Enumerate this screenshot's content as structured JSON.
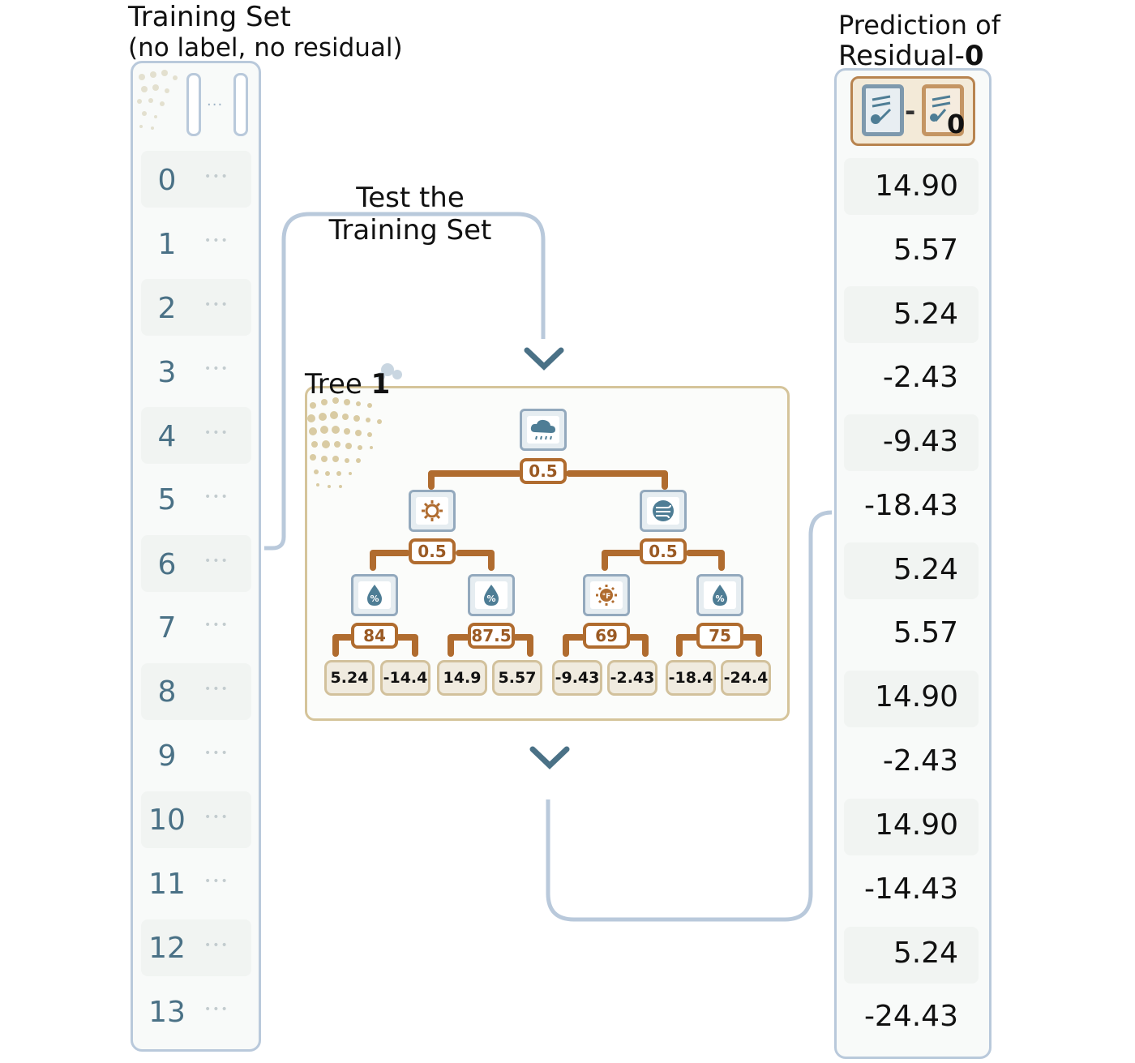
{
  "left": {
    "title": "Training Set",
    "subtitle": "(no label, no residual)",
    "ellipsis": "...",
    "row_ellipsis": "•••",
    "rows": [
      "0",
      "1",
      "2",
      "3",
      "4",
      "5",
      "6",
      "7",
      "8",
      "9",
      "10",
      "11",
      "12",
      "13"
    ]
  },
  "right": {
    "title_line1": "Prediction of",
    "title_line2": "Residual-",
    "title_bold": "0",
    "icon_minus": "-",
    "icon_subscript": "0",
    "values": [
      "14.90",
      "5.57",
      "5.24",
      "-2.43",
      "-9.43",
      "-18.43",
      "5.24",
      "5.57",
      "14.90",
      "-2.43",
      "14.90",
      "-14.43",
      "5.24",
      "-24.43"
    ]
  },
  "flow": {
    "label_line1": "Test the",
    "label_line2": "Training Set"
  },
  "tree": {
    "title": "Tree ",
    "title_bold": "1",
    "root": {
      "icon": "cloud-rain-icon",
      "threshold": "0.5"
    },
    "level1": [
      {
        "icon": "sun-icon",
        "threshold": "0.5"
      },
      {
        "icon": "wind-icon",
        "threshold": "0.5"
      }
    ],
    "level2": [
      {
        "icon": "humidity-icon",
        "threshold": "84"
      },
      {
        "icon": "humidity-icon",
        "threshold": "87.5"
      },
      {
        "icon": "temperature-icon",
        "threshold": "69"
      },
      {
        "icon": "humidity-icon",
        "threshold": "75"
      }
    ],
    "leaves": [
      "5.24",
      "-14.4",
      "14.9",
      "5.57",
      "-9.43",
      "-2.43",
      "-18.4",
      "-24.4"
    ]
  },
  "colors": {
    "column_border": "#b9c9db",
    "branch": "#b06c2f",
    "node_icon": "#4e7d95",
    "tree_border": "#d5c49a"
  }
}
